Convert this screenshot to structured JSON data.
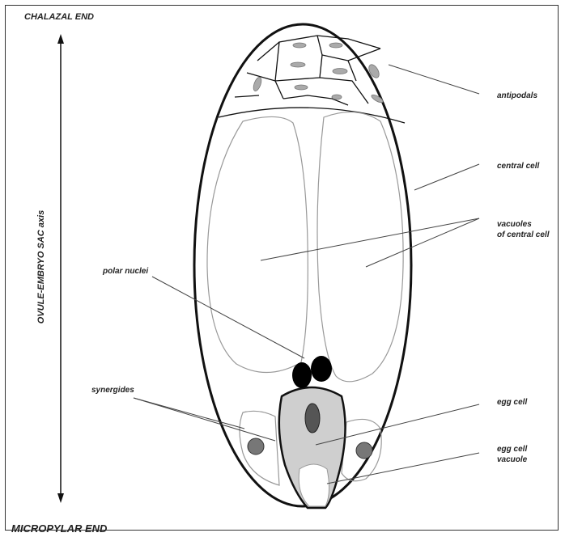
{
  "labels": {
    "chalazal_end": "CHALAZAL END",
    "micropylar_end": "MICROPYLAR END",
    "axis": "OVULE-EMBRYO SAC axis",
    "antipodals": "antipodals",
    "central_cell": "central cell",
    "vacuoles_line1": "vacuoles",
    "vacuoles_line2": "of central cell",
    "polar_nuclei": "polar nuclei",
    "synergides": "synergides",
    "egg_cell": "egg cell",
    "egg_cell_vacuole_line1": "egg cell",
    "egg_cell_vacuole_line2": "vacuole"
  },
  "colors": {
    "outline": "#111111",
    "thin_line": "#888888",
    "nucleus_dark": "#000000",
    "egg_cell_fill": "#cfcfcf",
    "egg_nucleus": "#555555",
    "synergid_nucleus": "#777777",
    "antipodal_nucleus": "#aaaaaa"
  }
}
